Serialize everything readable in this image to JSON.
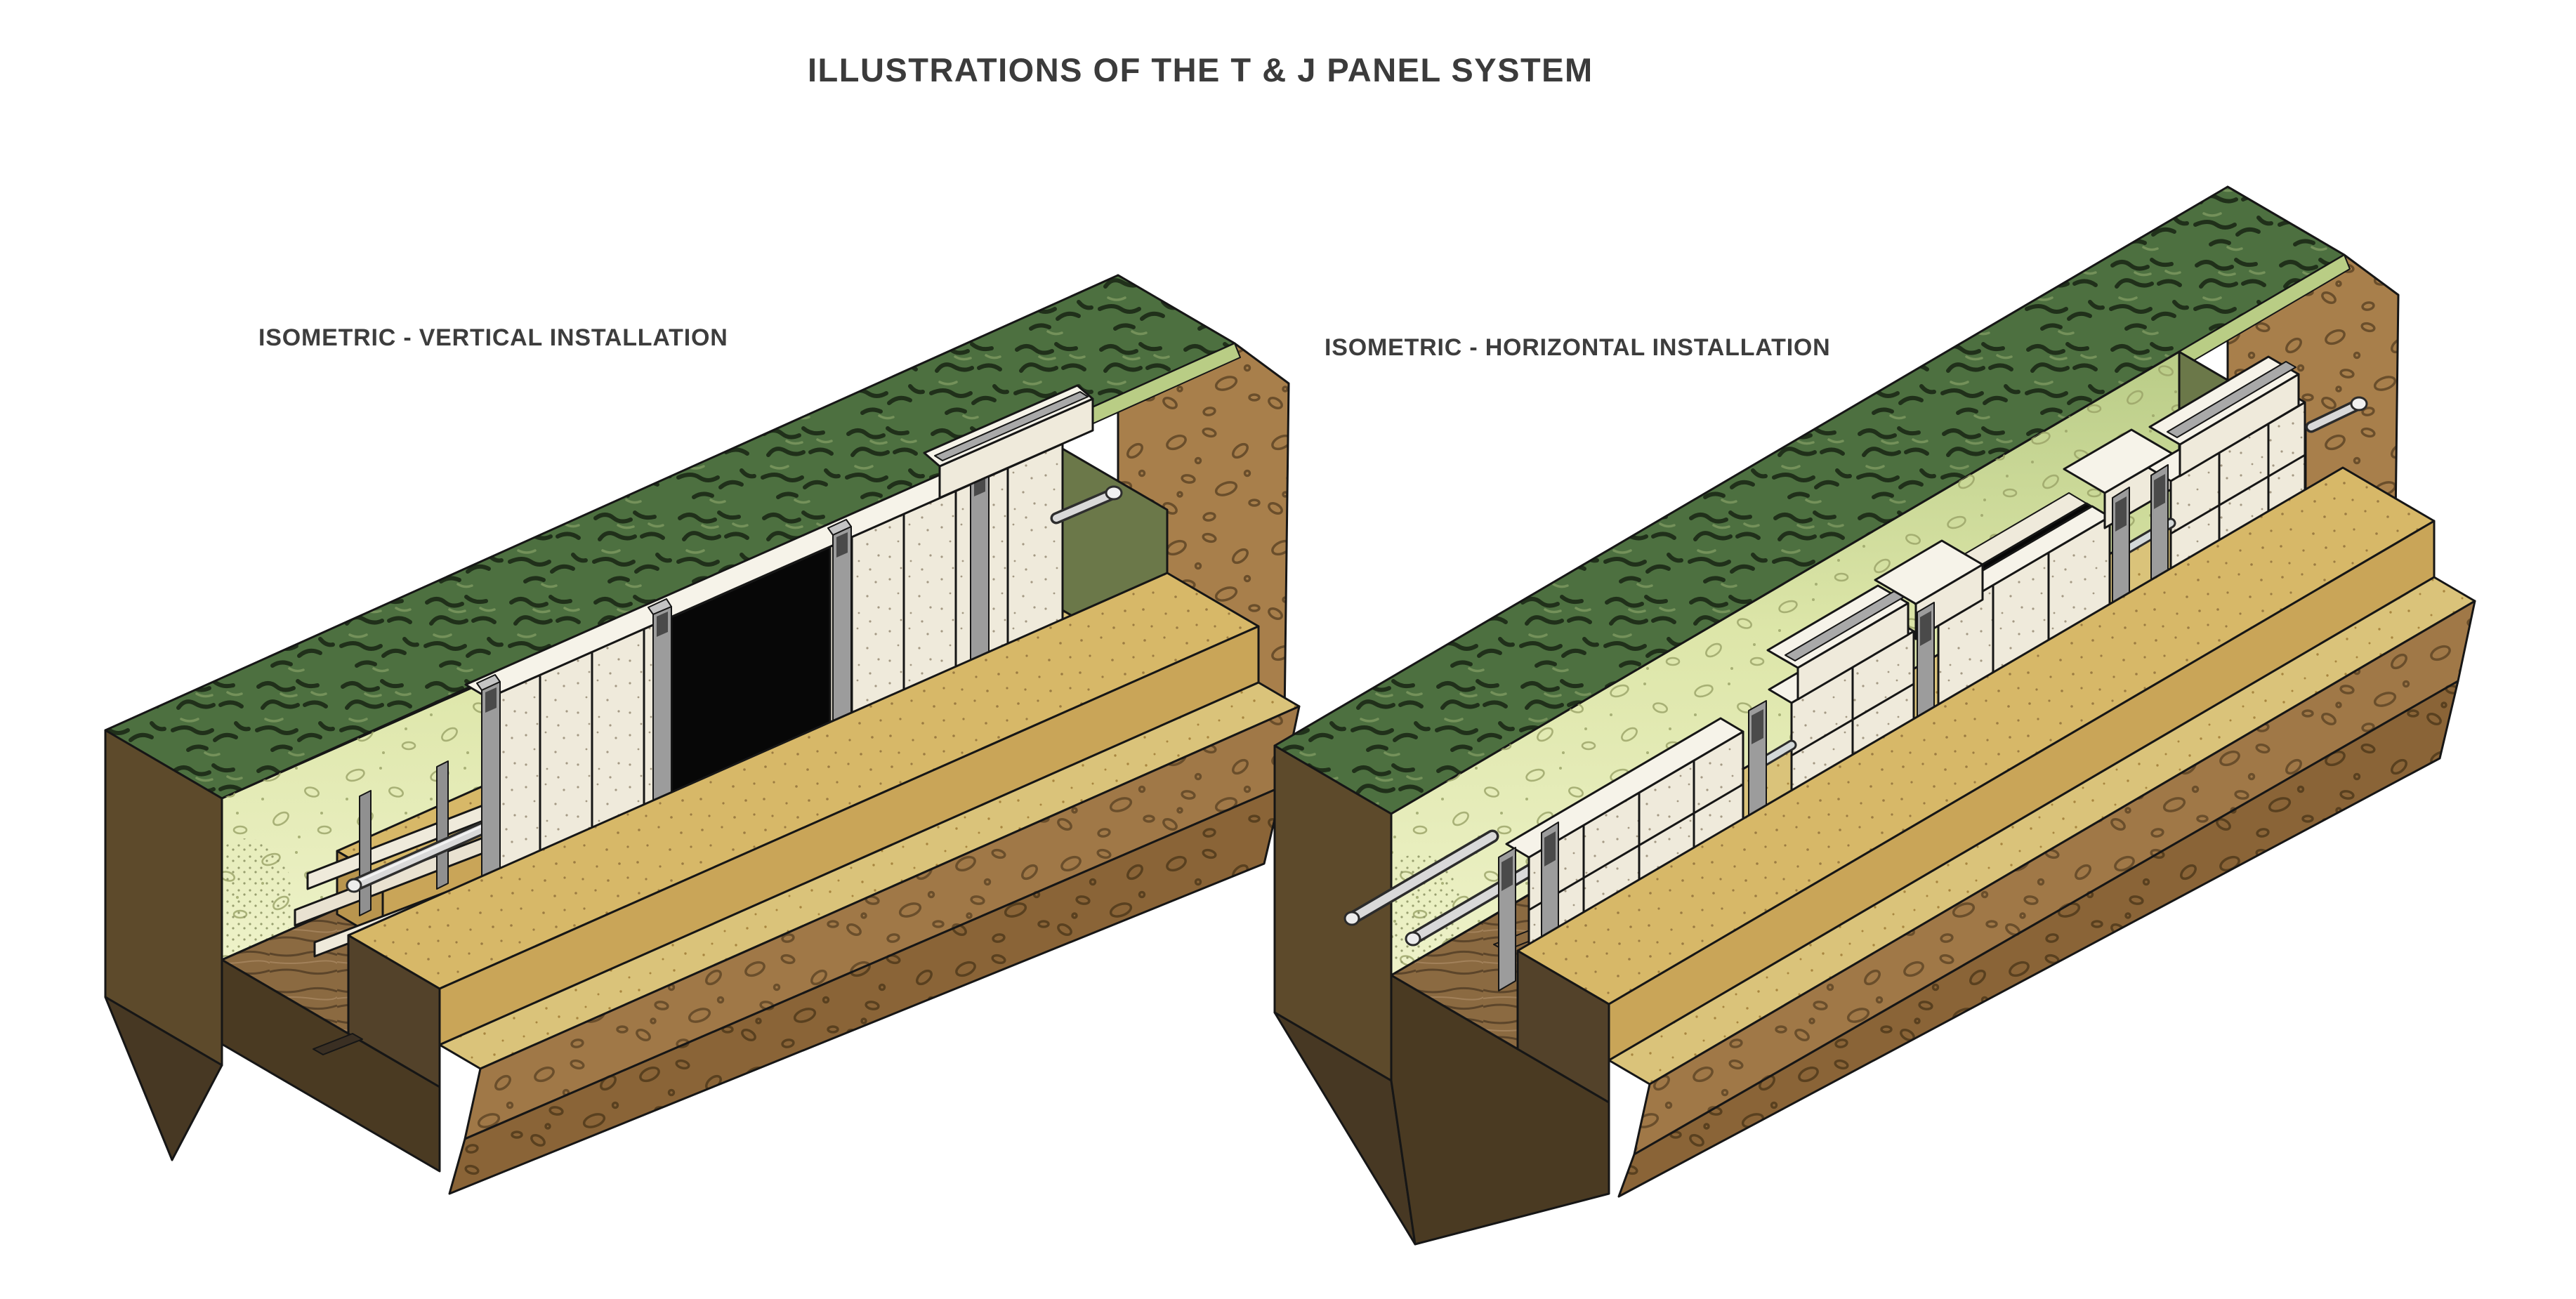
{
  "page": {
    "title": "ILLUSTRATIONS OF THE T & J PANEL SYSTEM",
    "background": "#ffffff"
  },
  "illustrations": [
    {
      "id": "vertical",
      "caption": "ISOMETRIC - VERTICAL INSTALLATION",
      "parts": [
        "grass layer",
        "topsoil wall",
        "trench end wall",
        "trench floor bedding",
        "vertical concrete panels",
        "panel opening",
        "connector channels",
        "service pipe",
        "leaning panels being installed",
        "sand bench",
        "subsoil face"
      ]
    },
    {
      "id": "horizontal",
      "caption": "ISOMETRIC - HORIZONTAL INSTALLATION",
      "parts": [
        "grass layer",
        "topsoil wall",
        "trench end wall",
        "trench floor bedding",
        "horizontal stacked panels",
        "panel lids with rails",
        "open black trough",
        "connector frames",
        "twin service pipes",
        "timber packers",
        "sand bench",
        "subsoil face"
      ]
    }
  ],
  "palette": {
    "grass": "#4d7040",
    "grass_scribble": "#20301a",
    "topsoil_light": "#edf1c7",
    "topsoil_mid": "#c3d48e",
    "end_wall_olive": "#6b7849",
    "subsoil_front": "#a07847",
    "subsoil_dark": "#8a6437",
    "subsoil_end": "#a87f4b",
    "cut_face_dark": "#5d4a2b",
    "cut_face_darker": "#4a3a22",
    "sand_top": "#d7b868",
    "sand_face": "#c9a558",
    "bedding": "#dac37a",
    "timber": "#8b6a41",
    "panel_face": "#efeadb",
    "panel_top": "#f6f3e9",
    "panel_side": "#ded5c0",
    "channel_gray": "#9c9c9c",
    "pipe_silver": "#d9d9d9",
    "opening_black": "#070707",
    "outline": "#161616",
    "text": "#3b3b3b"
  }
}
